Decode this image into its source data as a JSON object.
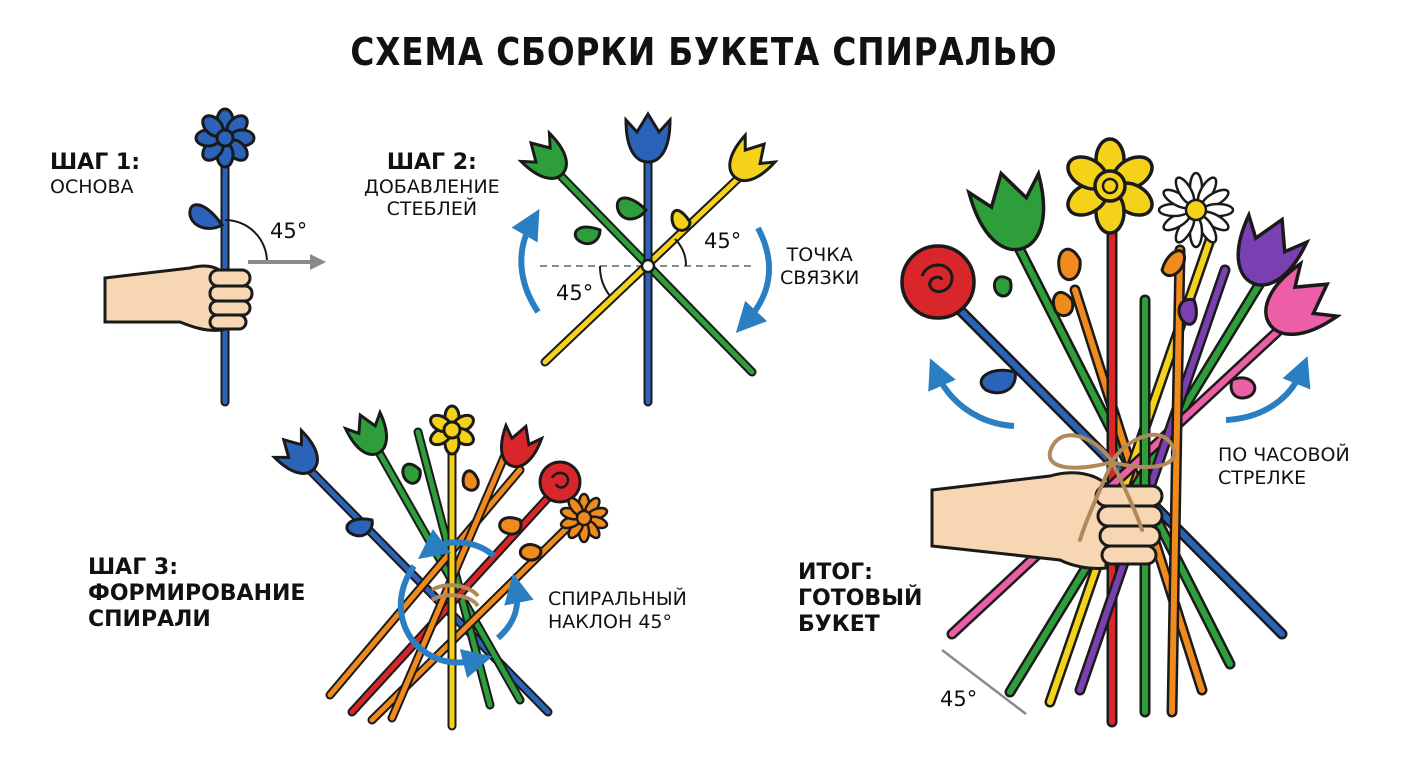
{
  "title": "СХЕМА СБОРКИ БУКЕТА СПИРАЛЬЮ",
  "colors": {
    "outline": "#1a1a1a",
    "blue": "#2a63b8",
    "green": "#2e9e3a",
    "yellow": "#f5d21a",
    "red": "#d8262a",
    "orange": "#f08a1c",
    "purple": "#7a3fb0",
    "pink": "#ec5fa6",
    "skin": "#f6d6b3",
    "arrow_blue": "#2a7fc2",
    "arrow_gray": "#8a8a8a",
    "twine": "#b08a5a"
  },
  "step1": {
    "head": "ШАГ 1:",
    "sub": "ОСНОВА",
    "angle": "45°"
  },
  "step2": {
    "head": "ШАГ 2:",
    "sub_line1": "ДОБАВЛЕНИЕ",
    "sub_line2": "СТЕБЛЕЙ",
    "angle_right": "45°",
    "angle_left": "45°",
    "note_line1": "ТОЧКА",
    "note_line2": "СВЯЗКИ"
  },
  "step3": {
    "head": "ШАГ 3:",
    "sub_line1": "ФОРМИРОВАНИЕ",
    "sub_line2": "СПИРАЛИ",
    "note_line1": "СПИРАЛЬНЫЙ",
    "note_line2": "НАКЛОН 45°"
  },
  "result": {
    "head": "ИТОГ:",
    "sub_line1": "ГОТОВЫЙ",
    "sub_line2": "БУКЕТ",
    "note_line1": "ПО ЧАСОВОЙ",
    "note_line2": "СТРЕЛКЕ",
    "angle": "45°"
  }
}
